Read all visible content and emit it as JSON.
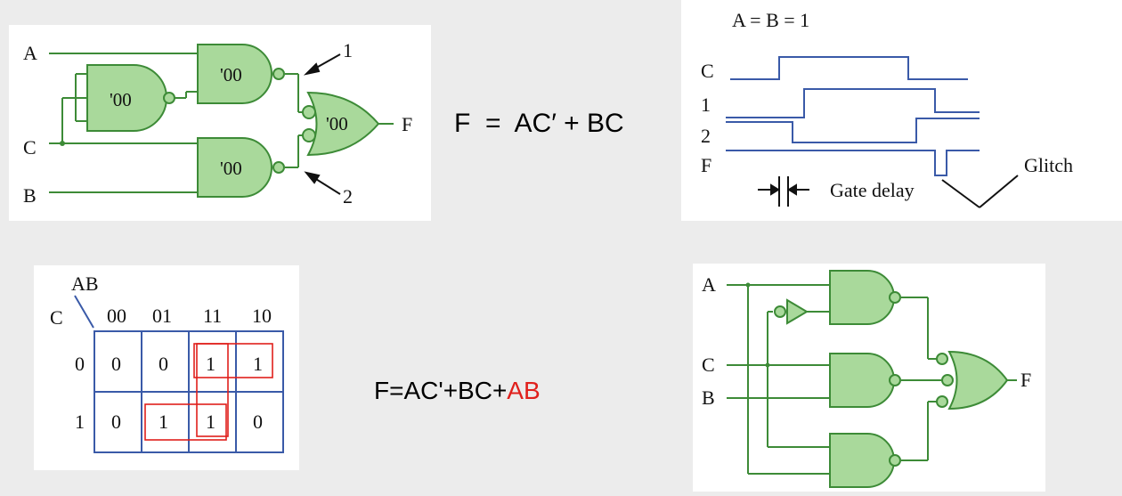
{
  "circuit1": {
    "inputs": [
      "A",
      "C",
      "B"
    ],
    "output": "F",
    "gate_label": "'00",
    "node_labels": [
      "1",
      "2"
    ]
  },
  "equation1": {
    "text": "F  =  AC′ + BC"
  },
  "timing": {
    "header": "A = B = 1",
    "signals": [
      "C",
      "1",
      "2",
      "F"
    ],
    "gate_delay": "Gate delay",
    "glitch": "Glitch"
  },
  "kmap": {
    "row_var": "C",
    "col_var": "AB",
    "col_headers": [
      "00",
      "01",
      "11",
      "10"
    ],
    "row_headers": [
      "0",
      "1"
    ],
    "cells": [
      [
        "0",
        "0",
        "1",
        "1"
      ],
      [
        "0",
        "1",
        "1",
        "0"
      ]
    ]
  },
  "equation2": {
    "main": "F=AC'+BC+",
    "highlight": "AB",
    "highlight_color": "#e0201c"
  },
  "circuit2": {
    "inputs": [
      "A",
      "C",
      "B"
    ],
    "output": "F"
  },
  "colors": {
    "gate_fill": "#a9d99b",
    "gate_stroke": "#3d8b37",
    "wire": "#3d8b37",
    "waveform": "#3a5aa8",
    "kmap_grid": "#3a5aa8",
    "kmap_loop": "#e0201c"
  }
}
